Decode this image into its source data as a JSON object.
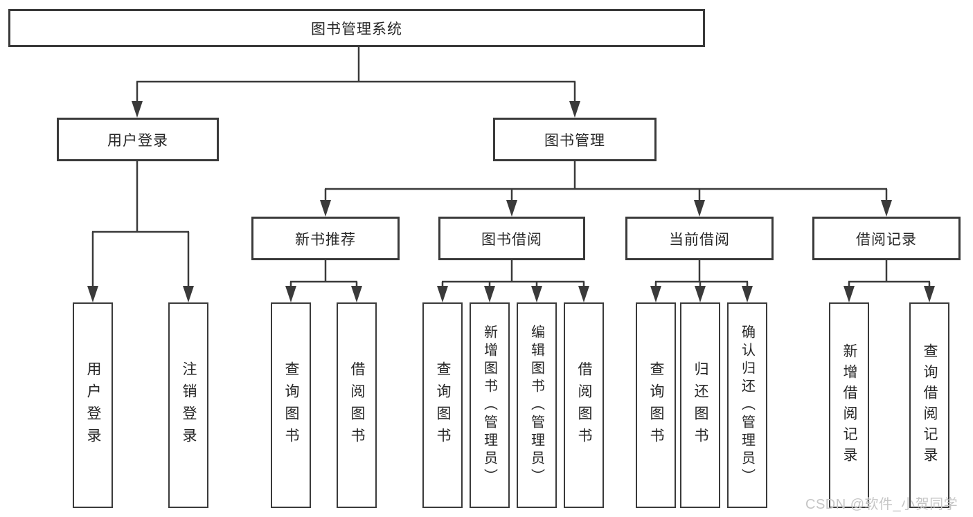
{
  "tree": {
    "root": {
      "label": "图书管理系统",
      "children": [
        {
          "label": "用户登录",
          "children": [
            {
              "label": "用户登录"
            },
            {
              "label": "注销登录"
            }
          ]
        },
        {
          "label": "图书管理",
          "children": [
            {
              "label": "新书推荐",
              "children": [
                {
                  "label": "查询图书"
                },
                {
                  "label": "借阅图书"
                }
              ]
            },
            {
              "label": "图书借阅",
              "children": [
                {
                  "label": "查询图书"
                },
                {
                  "label": "新增图书（管理员）"
                },
                {
                  "label": "编辑图书（管理员）"
                },
                {
                  "label": "借阅图书"
                }
              ]
            },
            {
              "label": "当前借阅",
              "children": [
                {
                  "label": "查询图书"
                },
                {
                  "label": "归还图书"
                },
                {
                  "label": "确认归还（管理员）"
                }
              ]
            },
            {
              "label": "借阅记录",
              "children": [
                {
                  "label": "新增借阅记录"
                },
                {
                  "label": "查询借阅记录"
                }
              ]
            }
          ]
        }
      ]
    }
  },
  "watermark": {
    "text": "CSDN @软件_小贺同学"
  },
  "colors": {
    "line": "#3a3a3a",
    "box_border": "#3a3a3a",
    "text": "#262626",
    "watermark": "#c6c6c6",
    "background": "#ffffff"
  }
}
